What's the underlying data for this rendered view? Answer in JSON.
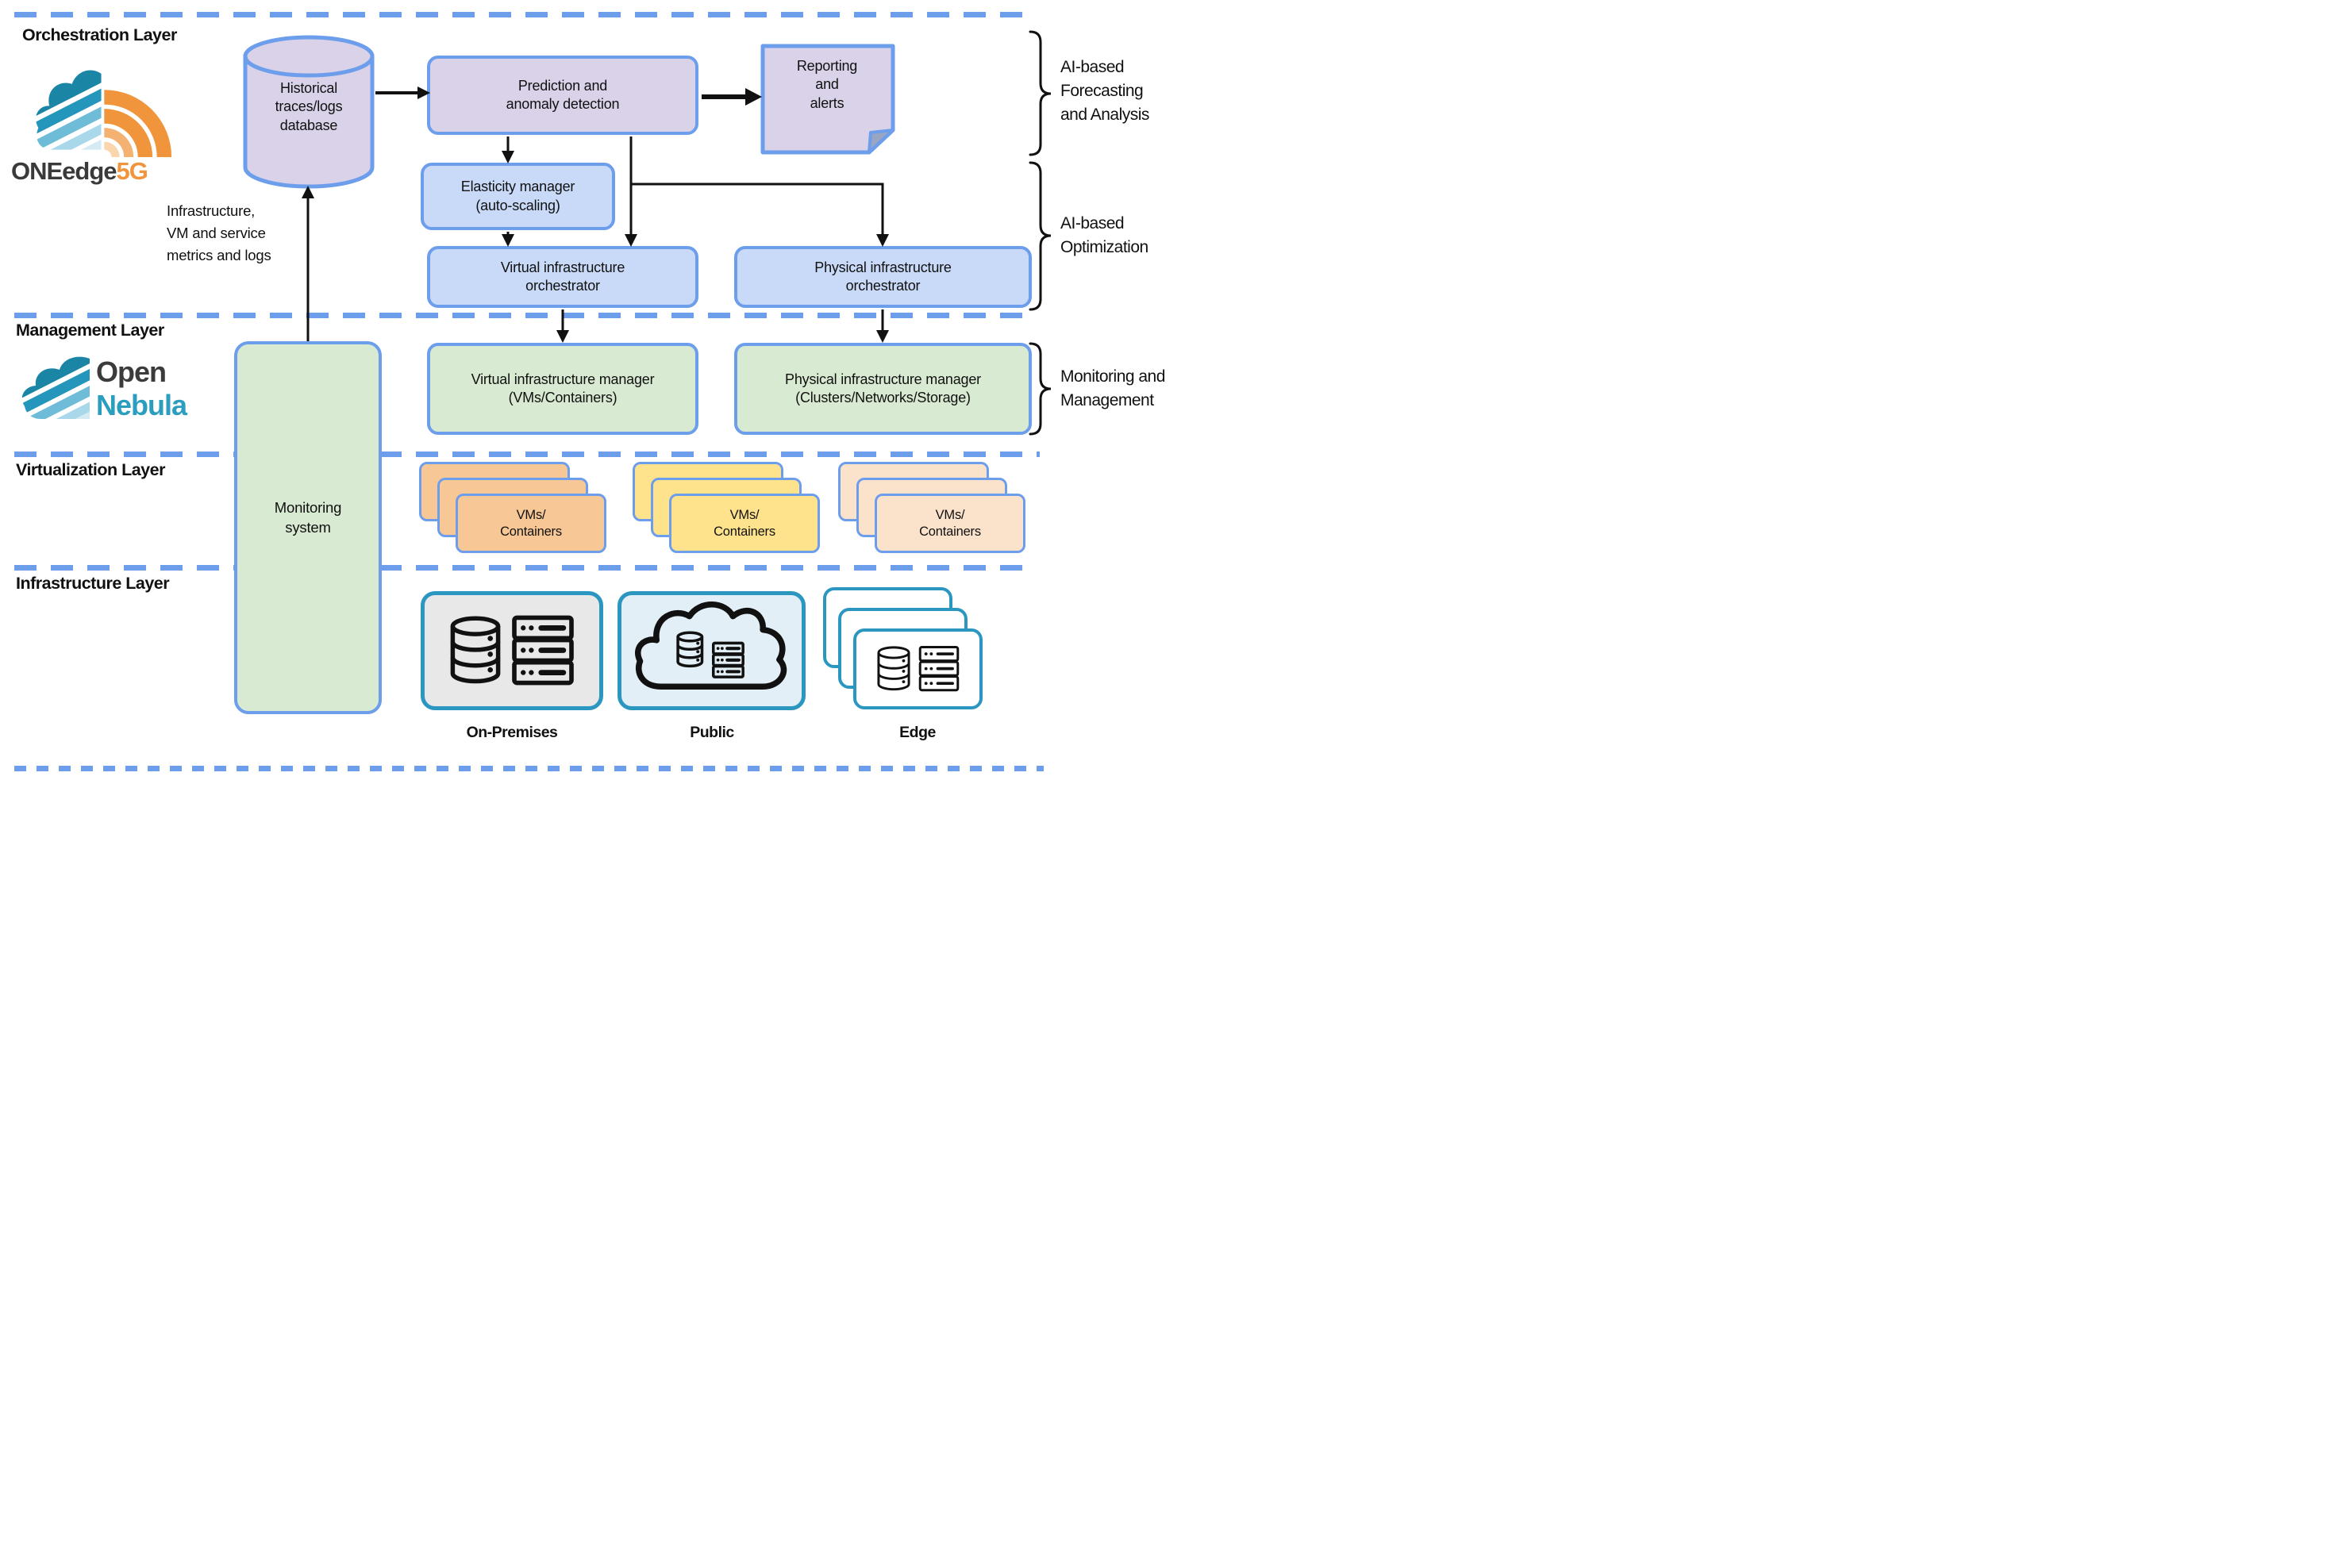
{
  "layers": {
    "orchestration": {
      "label": "Orchestration Layer"
    },
    "management": {
      "label": "Management Layer"
    },
    "virtualization": {
      "label": "Virtualization Layer"
    },
    "infrastructure": {
      "label": "Infrastructure Layer"
    }
  },
  "logos": {
    "oneedge5g": {
      "text_main": "ONEedge",
      "text_suffix": "5G"
    },
    "opennebula": {
      "line1": "Open",
      "line2": "Nebula"
    }
  },
  "nodes": {
    "historical_db": {
      "label": "Historical\ntraces/logs\ndatabase"
    },
    "prediction": {
      "label": "Prediction and\nanomaly detection"
    },
    "reporting": {
      "label": "Reporting\nand\nalerts"
    },
    "elasticity": {
      "label": "Elasticity manager\n(auto-scaling)"
    },
    "virtual_orchestrator": {
      "label": "Virtual infrastructure\norchestrator"
    },
    "physical_orchestrator": {
      "label": "Physical infrastructure\norchestrator"
    },
    "virtual_manager": {
      "label": "Virtual infrastructure manager\n(VMs/Containers)"
    },
    "physical_manager": {
      "label": "Physical infrastructure manager\n(Clusters/Networks/Storage)"
    },
    "monitoring": {
      "label": "Monitoring\nsystem"
    },
    "vm_stacks": [
      {
        "label": "VMs/\nContainers",
        "color": "#F7C896"
      },
      {
        "label": "VMs/\nContainers",
        "color": "#FFE28C"
      },
      {
        "label": "VMs/\nContainers",
        "color": "#FBE3CB"
      }
    ],
    "infra": [
      {
        "label": "On-Premises",
        "icons": [
          "database-icon",
          "server-icon"
        ]
      },
      {
        "label": "Public",
        "icons": [
          "cloud-icon",
          "database-icon",
          "server-icon"
        ]
      },
      {
        "label": "Edge",
        "icons": [
          "database-icon",
          "server-icon"
        ]
      }
    ]
  },
  "annotations": {
    "metrics_note": {
      "label": "Infrastructure,\nVM and service\nmetrics and logs"
    },
    "forecasting": {
      "label": "AI-based\nForecasting\nand Analysis"
    },
    "optimization": {
      "label": "AI-based\nOptimization"
    },
    "monitoring_mgmt": {
      "label": "Monitoring and\nManagement"
    }
  },
  "colors": {
    "accent_blue_border": "#6D9EEB",
    "purple_fill": "#D9D2E9",
    "light_blue_fill": "#C9DAF8",
    "green_fill": "#D9EAD3",
    "orange_card": "#F7C896",
    "yellow_card": "#FFE28C",
    "peach_card": "#FBE3CB",
    "infra_border_teal": "#2B97C0",
    "onprem_fill": "#E8E8E8",
    "public_fill": "#E2EFF6",
    "arrow_black": "#111111",
    "logo_orange": "#F0953B",
    "logo_teal": "#2496BB"
  }
}
